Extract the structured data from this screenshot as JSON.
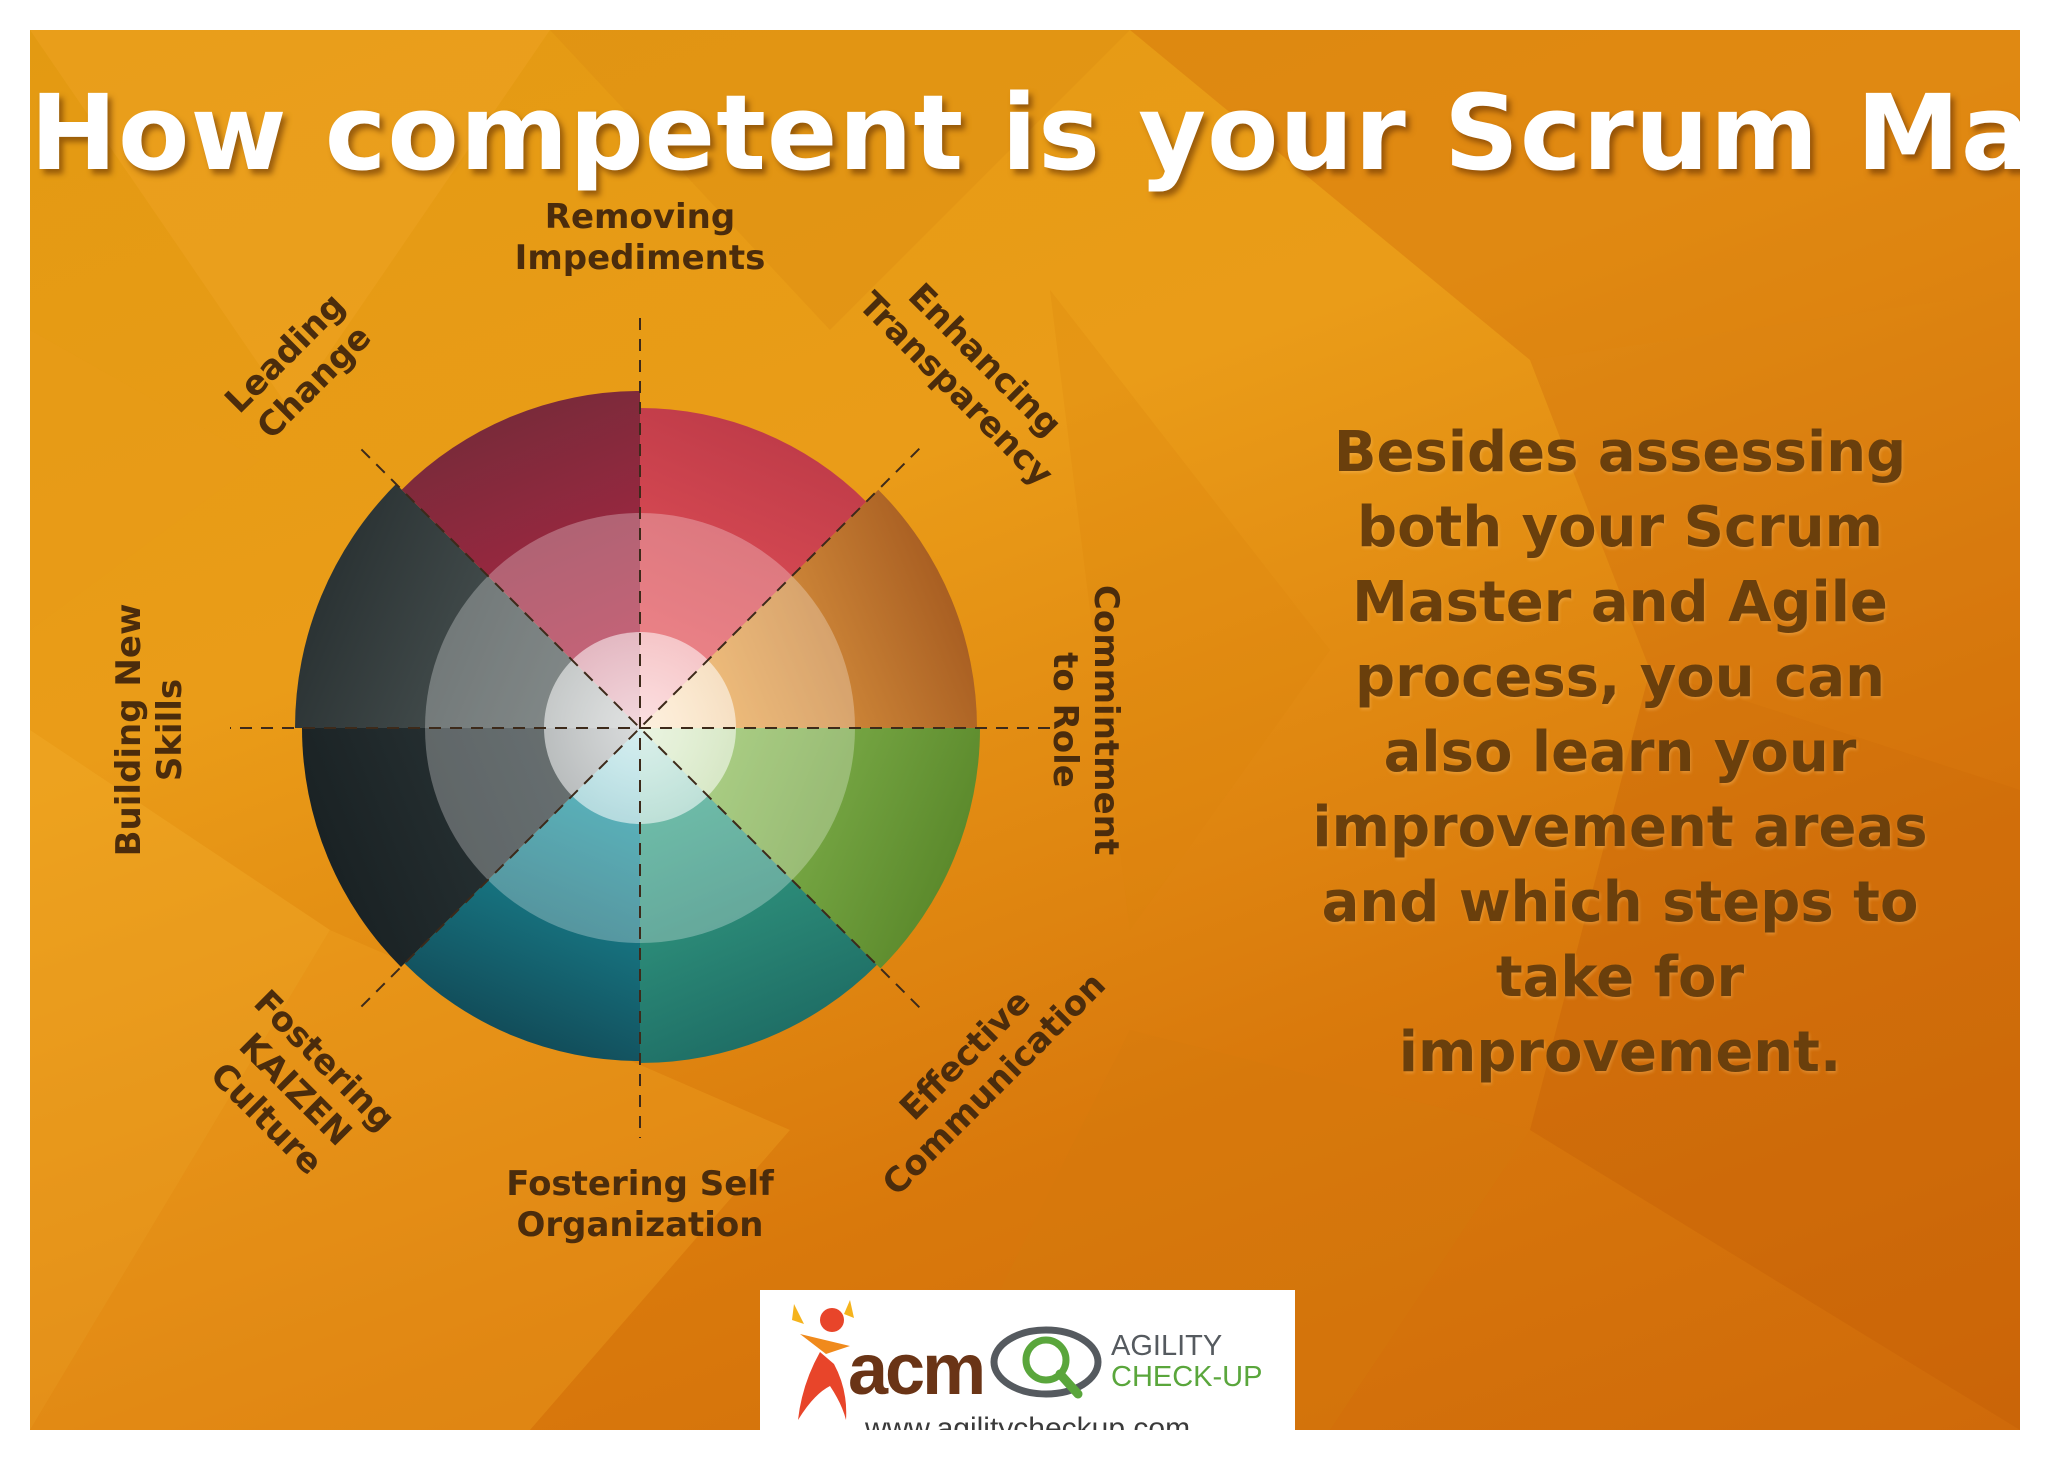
{
  "title": "How competent is your Scrum Master?",
  "wheel": {
    "segments": [
      {
        "label_lines": [
          "Removing",
          "Impediments"
        ],
        "score": 0,
        "color": "#e9545a",
        "shade": "#c03c49"
      },
      {
        "label_lines": [
          "Enhancing",
          "Transparency"
        ],
        "score": 0,
        "color": "#f1ac4e",
        "shade": "#a95f22"
      },
      {
        "label_lines": [
          "Commintment",
          "to Role"
        ],
        "score": 0,
        "color": "#8fc15a",
        "shade": "#5c8a2c"
      },
      {
        "label_lines": [
          "Effective",
          "Communication"
        ],
        "score": 0,
        "color": "#3aaa8c",
        "shade": "#1f6f66"
      },
      {
        "label_lines": [
          "Fostering Self",
          "Organization"
        ],
        "score": 0,
        "color": "#1c9eaa",
        "shade": "#124d5a"
      },
      {
        "label_lines": [
          "Fostering",
          "KAIZEN",
          "Culture"
        ],
        "score": 0,
        "color": "#2f3a3c",
        "shade": "#1a2224"
      },
      {
        "label_lines": [
          "Building New",
          "Skills"
        ],
        "score": 0,
        "color": "#56605f",
        "shade": "#2b3334"
      },
      {
        "label_lines": [
          "Leading",
          "Change"
        ],
        "score": 0,
        "color": "#b52645",
        "shade": "#7a2a3a"
      }
    ]
  },
  "description": "Besides assessing both your Scrum Master and Agile process, you can also learn your improvement areas and which steps to take for improvement.",
  "logos": {
    "acm": "acm",
    "agility_line1": "AGILITY",
    "agility_line2": "CHECK-UP",
    "url": "www.agilitycheckup.com"
  },
  "colors": {
    "background": "#e8960f",
    "title": "#ffffff",
    "label_text": "#4b2c0c",
    "description_text": "#6a3f0c"
  }
}
